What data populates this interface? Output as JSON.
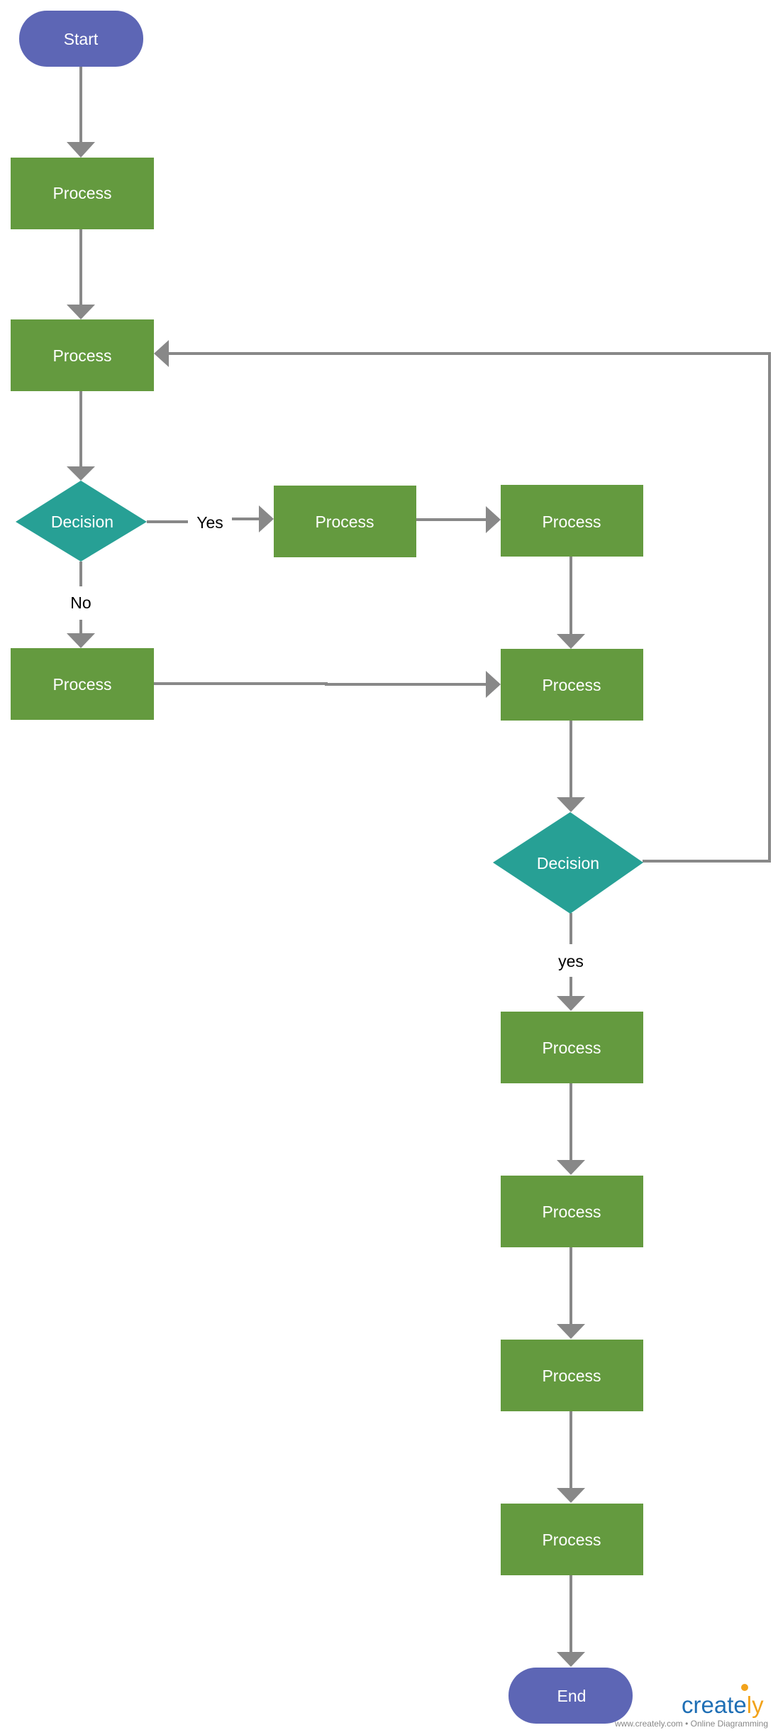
{
  "colors": {
    "terminal": "#5d66b5",
    "process": "#649a3f",
    "decision": "#27a095",
    "connector": "#888888",
    "watermark": "#1f6fb5",
    "watermark_accent": "#f2a31b"
  },
  "nodes": {
    "start": "Start",
    "p1": "Process",
    "p2": "Process",
    "d1": "Decision",
    "p3": "Process",
    "p4": "Process",
    "p5": "Process",
    "p6": "Process",
    "d2": "Decision",
    "p7": "Process",
    "p8": "Process",
    "p9": "Process",
    "p10": "Process",
    "end": "End"
  },
  "edge_labels": {
    "d1_yes": "Yes",
    "d1_no": "No",
    "d2_yes": "yes"
  },
  "watermark": {
    "brand_prefix": "creat",
    "brand_suffix": "ly",
    "brand_e": "e",
    "tagline": "www.creately.com • Online Diagramming"
  }
}
